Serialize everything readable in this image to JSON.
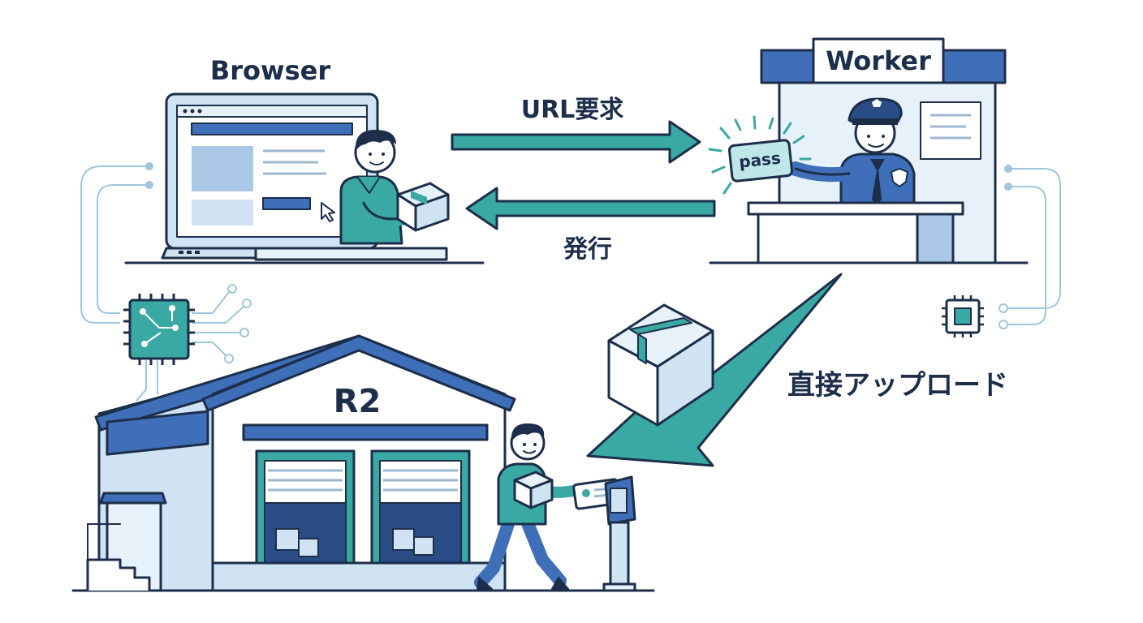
{
  "labels": {
    "browser": "Browser",
    "worker": "Worker",
    "request_arrow": "URL要求",
    "issue_arrow": "発行",
    "upload_arrow": "直接アップロード",
    "storage": "R2",
    "pass_card": "pass"
  },
  "colors": {
    "ink": "#1c2e4a",
    "teal": "#3aa9a4",
    "blue": "#3f6fb8",
    "light_blue": "#cfe3f2",
    "pale_blue": "#e6f1f9",
    "mint": "#bfe7ea"
  },
  "icons": [
    "laptop-icon",
    "person-icon",
    "box-icon",
    "cursor-icon",
    "police-officer-icon",
    "pass-card-icon",
    "chip-icon",
    "warehouse-icon",
    "id-card-icon",
    "card-reader-icon"
  ]
}
